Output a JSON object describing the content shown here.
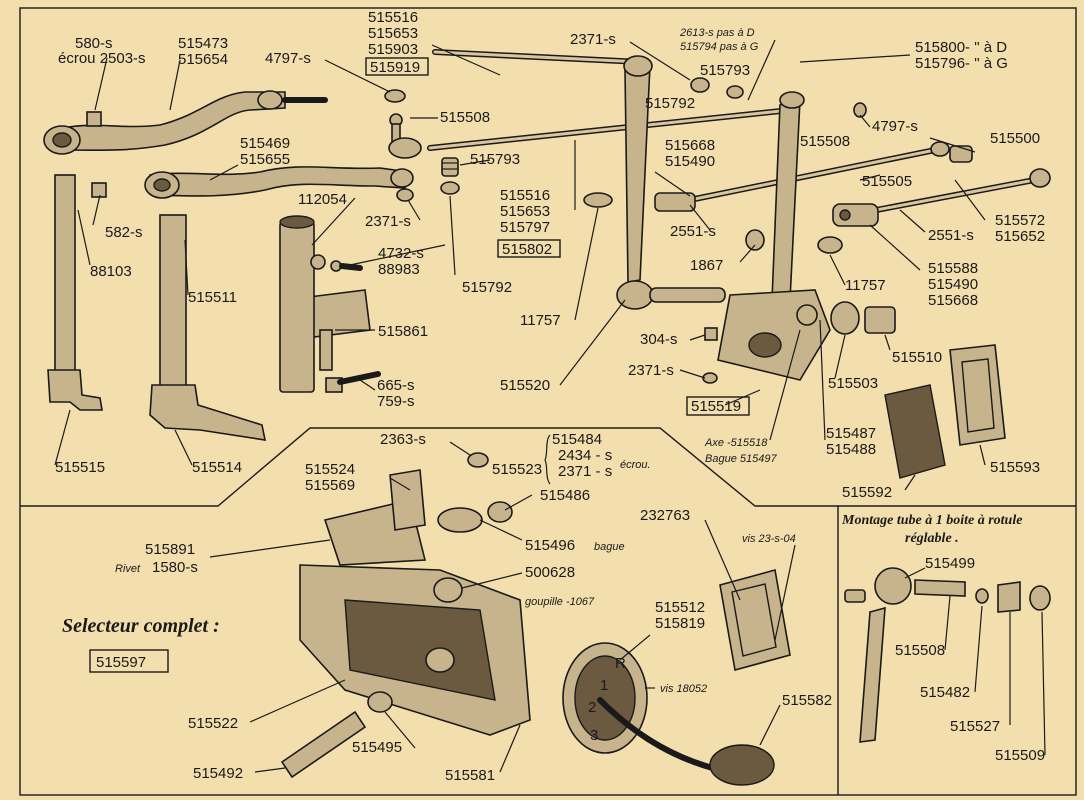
{
  "labels": {
    "l580s": "580-s",
    "ecrou2503": "écrou 2503-s",
    "l515473": "515473",
    "l515654": "515654",
    "l4797a": "4797-s",
    "l515516a": "515516",
    "l515653a": "515653",
    "l515903": "515903",
    "l515919": "515919",
    "l2371a": "2371-s",
    "l2613": "2613-s pas à D",
    "l515794": "515794 pas à G",
    "l515793a": "515793",
    "l515792a": "515792",
    "l515800": "515800-  \" à D",
    "l515796": "515796-  \" à G",
    "l515508a": "515508",
    "l515508b": "515508",
    "l4797b": "4797-s",
    "l515500": "515500",
    "l515469": "515469",
    "l515655": "515655",
    "l515793b": "515793",
    "l515668a": "515668",
    "l515490a": "515490",
    "l515505": "515505",
    "l112054": "112054",
    "l2371b": "2371-s",
    "l4732": "4732-s",
    "l88983": "88983",
    "l515516b": "515516",
    "l515653b": "515653",
    "l515797": "515797",
    "l515802": "515802",
    "l2551a": "2551-s",
    "l2551b": "2551-s",
    "l515572": "515572",
    "l515652": "515652",
    "l582": "582-s",
    "l88103": "88103",
    "l515511": "515511",
    "l515792b": "515792",
    "l1867": "1867",
    "l11757a": "11757",
    "l11757b": "11757",
    "l515588": "515588",
    "l515490b": "515490",
    "l515668b": "515668",
    "l515861": "515861",
    "l304": "304-s",
    "l515510": "515510",
    "l665": "665-s",
    "l759": "759-s",
    "l515520": "515520",
    "l2371c": "2371-s",
    "l515503": "515503",
    "l515519": "515519",
    "l515515": "515515",
    "l515514": "515514",
    "lAxe": "Axe -515518",
    "lBague": "Bague 515497",
    "l515487": "515487",
    "l515488": "515488",
    "l515593": "515593",
    "l515592": "515592",
    "l2363": "2363-s",
    "l515484": "515484",
    "l2434": "2434 - s",
    "l2371d": "2371 - s",
    "ecrouB": "écrou.",
    "l515524": "515524",
    "l515569": "515569",
    "l515523": "515523",
    "l515486": "515486",
    "l232763": "232763",
    "vis23": "vis 23-s-04",
    "l515891": "515891",
    "rivet": "Rivet",
    "l1580": "1580-s",
    "l515496": "515496",
    "bague": "bague",
    "l500628": "500628",
    "goupille": "goupille -1067",
    "l515512": "515512",
    "l515819": "515819",
    "vis18052": "vis 18052",
    "l515582": "515582",
    "l515522": "515522",
    "l515495": "515495",
    "l515492": "515492",
    "l515581": "515581",
    "l515499": "515499",
    "l515508c": "515508",
    "l515482": "515482",
    "l515527": "515527",
    "l515509": "515509"
  },
  "selecteur": {
    "title": "Selecteur complet :",
    "ref": "515597"
  },
  "montage": {
    "title_line1": "Montage tube à 1 boite à rotule",
    "title_line2": "réglable ."
  },
  "gear_marks": [
    "1",
    "2",
    "3",
    "R"
  ]
}
